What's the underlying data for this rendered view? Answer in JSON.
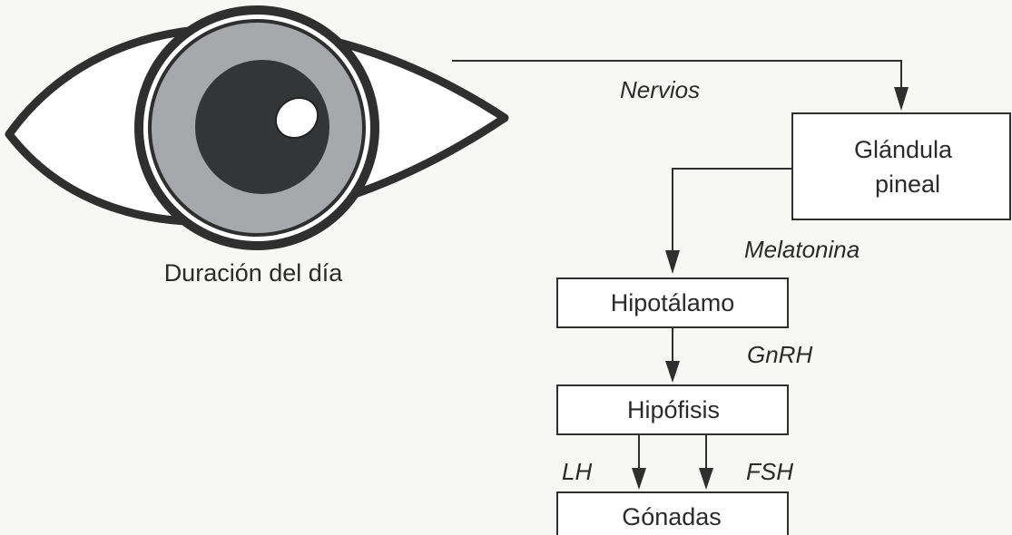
{
  "colors": {
    "background": "#f7f7f6",
    "line": "#2f2f2f",
    "iris": "#a7a8ab",
    "pupil": "#343536",
    "highlight": "#ffffff"
  },
  "eye_caption": "Duración del día",
  "nodes": {
    "pineal": [
      "Glándula",
      "pineal"
    ],
    "hipotalamo": "Hipotálamo",
    "hipofisis": "Hipófisis",
    "gonadas": "Gónadas"
  },
  "edge_labels": {
    "nervios": "Nervios",
    "melatonina": "Melatonina",
    "gnrh": "GnRH",
    "lh": "LH",
    "fsh": "FSH"
  }
}
